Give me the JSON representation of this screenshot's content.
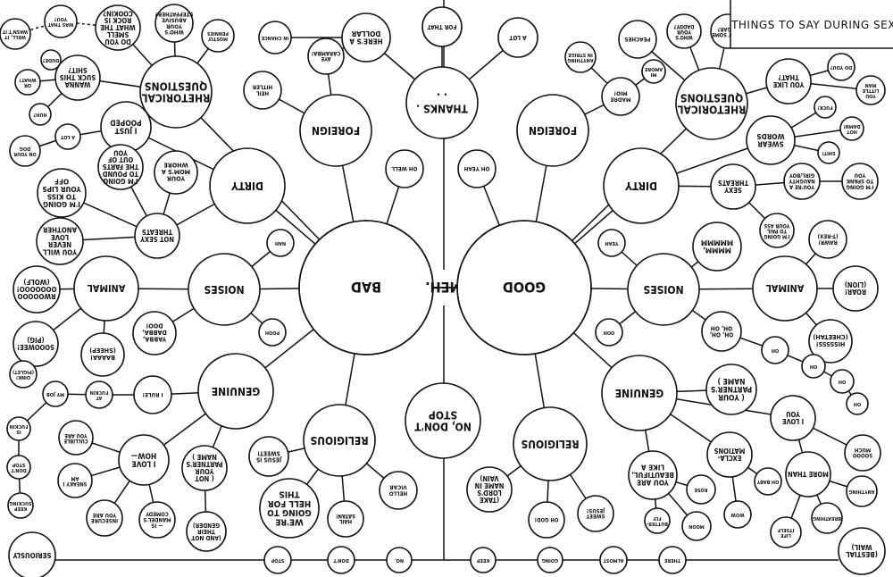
{
  "title": "THINGS TO SAY DURING SEX",
  "nodes": {
    "bad": "BAD",
    "meh": "MEH.",
    "good": "GOOD",
    "thanks": "THANKS . . .",
    "for_that": "FOR THAT",
    "a_lot_top": "A LOT",
    "heres_a_dollar": "HERE'S A DOLLAR",
    "in_chance": "IN CHANCE",
    "aye_caramba": "AYE CARAMBA!",
    "heil_hitler": "HEIL HITLER",
    "foreign_bad": "FOREIGN",
    "oh_well": "OH WELL",
    "oh_yeah": "OH YEAH",
    "foreign_good": "FOREIGN",
    "madre_mio": "MADRE MIO!",
    "anything_intrigue": "ANYTHING IN STRIGE",
    "mi_amore": "MI AMORE",
    "peaches": "PEACHES",
    "whos_your_daddy": "WHO'S YOUR DADDY?",
    "want_some_sugar": "WANT SOME SUGAR?",
    "rhetorical_good": "RHETORICAL QUESTIONS",
    "do_you": "DO YOU?",
    "you_like_that": "YOU LIKE THAT?",
    "you_little": "YOU LITTLE MAN",
    "fuck": "FUCK!",
    "hot_damn": "HOT DAMN!",
    "swear_words": "SWEAR WORDS",
    "shit_good": "SHIT!",
    "dirty_good": "DIRTY",
    "sexy_threats": "SEXY THREATS",
    "youre_naughty": "YOU'RE A NAUGHTY GIRL/BOY",
    "going_spank": "I'M GOING TO SPANK YOU",
    "im_going_pail": "I'M GOING TO PAIL YOUR ASS",
    "rawr": "RAWR! (T-REX)",
    "animal_good": "ANIMAL",
    "roar_lion": "ROAR! (LION)",
    "hisssss_cheetah": "HISSSSS! (CHEETAH)",
    "mmmm": "MMMM, MMMMM",
    "yeah": "YEAH",
    "noises_good": "NOISES",
    "ooh": "OOH",
    "oh_oh_oh": "OH, OH, OH, OH",
    "oh_1": "OH",
    "oh_2": "OH",
    "oh_3": "OH",
    "oh_4": "OH",
    "genuine_good": "GENUINE",
    "your_partners_name_good": "( YOUR PARTNER'S NAME )",
    "i_love_you": "I LOVE YOU",
    "soooo_much": "SOOOO MUCH",
    "excla_mations": "EXCLA- MATIONS",
    "oh_baby": "OH BABY",
    "more_than": "MORE THAN",
    "wow": "WOW",
    "anything": "ANYTHING",
    "breathing": "BREATHING",
    "life_itself": "LIFE ITSELF",
    "you_are_beautiful": "YOU ARE BEAUTIFUL, LIKE A",
    "rose": "ROSE",
    "moon": "MOON",
    "butterfly": "BUTTER- FLY",
    "religious_good": "RELIGIOUS",
    "take_lords_name": "(TAKE LORD'S NAME IN VAIN)",
    "oh_god": "OH GOD!",
    "sweet_jesus": "SWEET JESUS!",
    "no_dont_stop": "NO, DON'T STOP",
    "religious_bad": "RELIGIOUS",
    "jesus_is_sweet": "JESUS IS SWEET!",
    "hello_vicar": "HELLO VICAR",
    "hail_satan": "HAIL SATAN!",
    "were_going_hell": "WE'RE GOING TO HELL FOR THIS",
    "genuine_bad": "GENUINE",
    "not_your_partners": "( NOT YOUR PARTNER'S NAME )",
    "and_not_gender": "(AND NOT THEIR GENDER)",
    "i_rule": "I RULE!",
    "at_fuckin": "AT FUCKIN",
    "my_job": "MY JOB",
    "is_fuckin": "IS FUCKIN",
    "dont_stop": "DON'T STOP",
    "keep_sucking": "KEEP SUCKING",
    "i_love_how": "I LOVE HOW—",
    "cullible": "CULLIBLE YOU ARE",
    "sneaky_i_am": "SNEAKY I AM",
    "insecure": "INSECURE YOU ARE",
    "is_mandels_comedy": "— IS MANDEL'S COMEDY",
    "noises_bad": "NOISES",
    "nah": "NAH",
    "pooh": "POOH",
    "yabba_dabba_doo": "YABBA, DABBA, DOO!",
    "animal_bad": "ANIMAL",
    "rwoo": "RWOOOOO OOOOOOO! (WOLF)",
    "sooowee": "SOOOWEE! (PIG)",
    "baaaa": "BAAAA! (SHEEP)",
    "oink_piglet": "OINK! (PIGLET)",
    "dirty_bad": "DIRTY",
    "i_just_pooped": "I JUST POOPED",
    "your_moms_whore": "YOUR MOM'S A WHORE",
    "going_pound_farts": "I'M GOING TO POUND THE FARTS OUT OF YOU",
    "not_sexy_threats": "NOT SEXY THREATS",
    "going_kiss_lips": "I'M GOING TO KISS YOUR LIPS OFF",
    "youll_never_love": "YOU WILL NEVER LOVE ANOTHER",
    "a_lot_left": "A LOT",
    "on_your_dog": "ON YOUR DOG",
    "rhetorical_bad": "RHETORICAL QUESTIONS",
    "wanna_suck_shit": "WANNA SUCK THIS SHIT?",
    "dude": "DUDE?",
    "or_what": "OR WHAT?",
    "huh": "HUH?",
    "well_isnt_it": "WELL, IT WASN'T IT",
    "was_that_you": "WAS THAT YOU?",
    "do_you_smell": "DO YOU SMELL WHAT THE ROCK IS COOKIN?",
    "whos_your_abusive": "WHO'S YOUR ABUSIVE STEPFATHER?",
    "mostly_pennies": "MOSTLY PENNIES",
    "seriously": "SERIOUSLY",
    "stop": "STOP",
    "dont": "DON'T",
    "no": "NO.",
    "keep": "KEEP",
    "going": "GOING",
    "almost": "ALMOST",
    "there": "THERE",
    "bestial_wail": "(BESTIAL WAIL)"
  }
}
